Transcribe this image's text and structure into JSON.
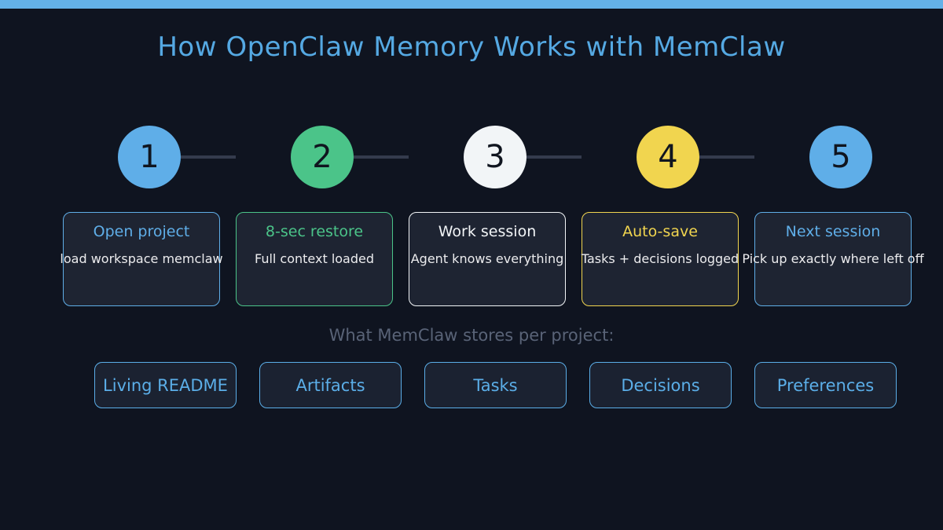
{
  "page": {
    "title": "How OpenClaw Memory Works with MemClaw"
  },
  "colors": {
    "background": "#0f1420",
    "top_bar": "#64b1e8",
    "title_text": "#55a9e3",
    "card_background": "#1e2432",
    "chip_background": "#1b2231",
    "chip_accent": "#5baee8",
    "connector": "#343b4d",
    "description_text": "#ececee",
    "section_label_text": "#596377",
    "circle_number_text": "#10151f"
  },
  "steps": [
    {
      "number": "1",
      "title": "Open project",
      "description": "load workspace memclaw",
      "color": "#5faee8"
    },
    {
      "number": "2",
      "title": "8-sec restore",
      "description": "Full context loaded",
      "color": "#4bc489"
    },
    {
      "number": "3",
      "title": "Work session",
      "description": "Agent knows everything",
      "color": "#f2f5f7"
    },
    {
      "number": "4",
      "title": "Auto-save",
      "description": "Tasks + decisions logged",
      "color": "#f1d54f"
    },
    {
      "number": "5",
      "title": "Next session",
      "description": "Pick up exactly where left off",
      "color": "#5faee8"
    }
  ],
  "storage": {
    "label": "What MemClaw stores per project:",
    "items": [
      {
        "label": "Living README"
      },
      {
        "label": "Artifacts"
      },
      {
        "label": "Tasks"
      },
      {
        "label": "Decisions"
      },
      {
        "label": "Preferences"
      }
    ]
  }
}
